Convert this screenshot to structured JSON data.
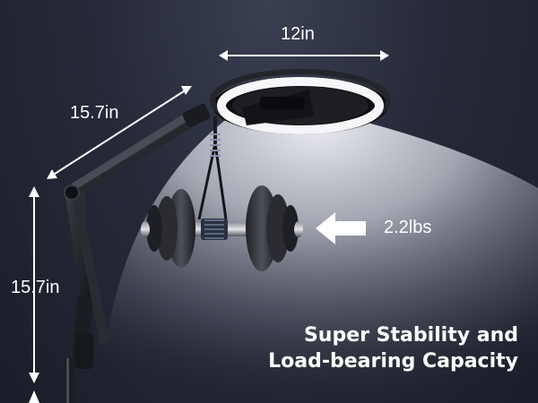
{
  "dimensions": {
    "ring_diameter": "12in",
    "arm_length": "15.7in",
    "stand_height": "15.7in",
    "load_weight": "2.2lbs"
  },
  "headline": {
    "line1": "Super Stability and",
    "line2": "Load-bearing Capacity"
  },
  "colors": {
    "background": "#262a38",
    "text": "#ffffff",
    "light_beam": "#e6e7ee"
  },
  "icons": {
    "weight_pointer": "arrow-left-icon",
    "measurement": "double-arrow-icon"
  }
}
